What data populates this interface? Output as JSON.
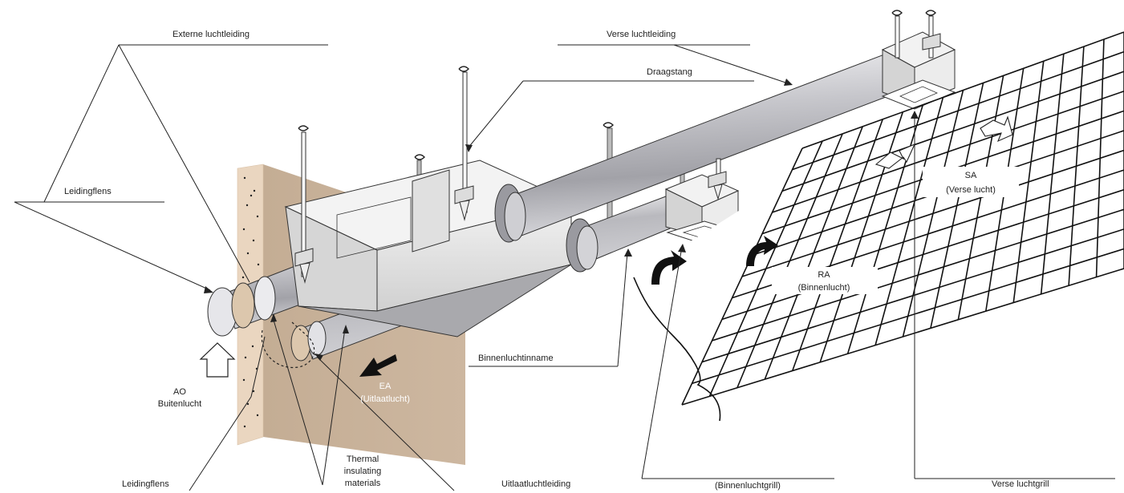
{
  "labels": {
    "externe_luchtleiding": "Externe luchtleiding",
    "verse_luchtleiding": "Verse luchtleiding",
    "draagstang": "Draagstang",
    "leidingflens_top": "Leidingflens",
    "leidingflens_bottom": "Leidingflens",
    "sa": "SA",
    "sa_sub": "(Verse lucht)",
    "ra": "RA",
    "ra_sub": "(Binnenlucht)",
    "binnenluchtinname": "Binnenluchtinname",
    "ao": "AO",
    "ao_sub": "Buitenlucht",
    "ea": "EA",
    "ea_sub": "(Uitlaatlucht)",
    "thermal_1": "Thermal",
    "thermal_2": "insulating",
    "thermal_3": "materials",
    "uitlaatluchtleiding": "Uitlaatluchtleiding",
    "binnenluchtgrill": "(Binnenluchtgrill)",
    "verse_luchtgrill": "Verse luchtgrill"
  },
  "colors": {
    "wall": "#c9b49c",
    "wall_edge": "#e6d2bd",
    "insulation": "#dcc7ad",
    "duct_light": "#e8e8ea",
    "duct_dark": "#8e8e94",
    "unit_top": "#efefef",
    "unit_side": "#bdbdbd",
    "unit_front": "#d9d9d9"
  }
}
